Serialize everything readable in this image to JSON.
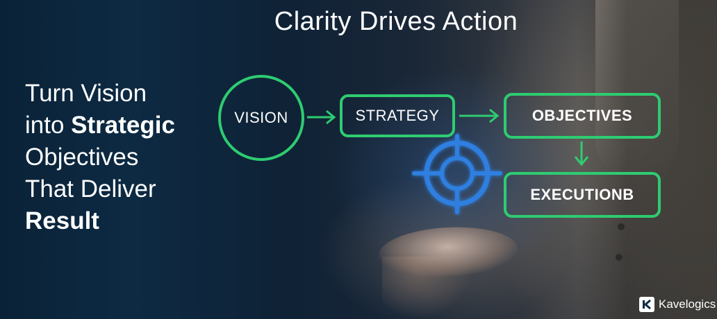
{
  "headline": "Clarity Drives Action",
  "intro": {
    "line1": "Turn Vision",
    "line2_plain": "into ",
    "line2_bold": "Strategic",
    "line3": "Objectives",
    "line4": "That Deliver",
    "line5_bold": "Result"
  },
  "flow": {
    "vision": "VISION",
    "strategy": "STRATEGY",
    "objectives": "OBJECTIVES",
    "execution": "EXECUTIONB"
  },
  "brand": {
    "name": "Kavelogics",
    "accent": "#2ecc71",
    "target_color": "#2f7fe0"
  }
}
